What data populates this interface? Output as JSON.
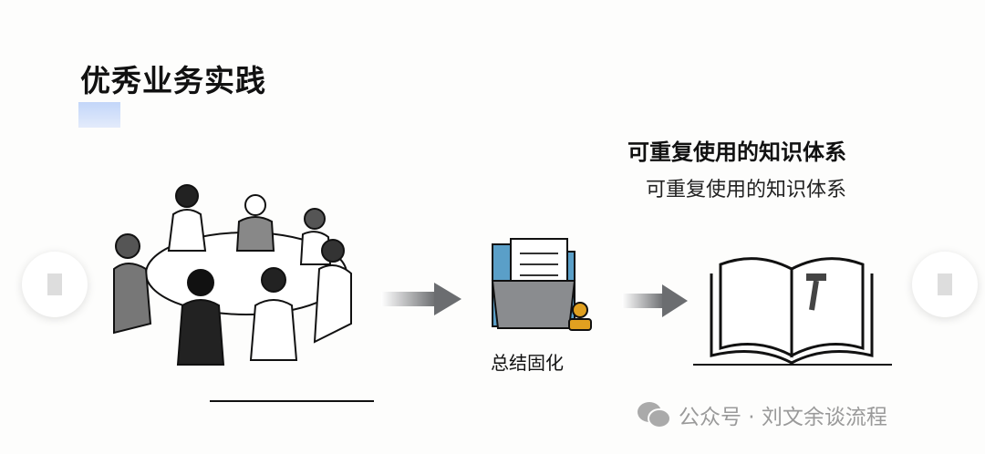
{
  "title": "优秀业务实践",
  "result": {
    "heading": "可重复使用的知识体系",
    "subheading": "可重复使用的知识体系"
  },
  "step": {
    "label": "总结固化"
  },
  "footer": {
    "text": "公众号 · 刘文余谈流程"
  },
  "colors": {
    "arrow": "#6b6d70",
    "folder": "#5a9fc8",
    "stamp": "#e0a020"
  }
}
